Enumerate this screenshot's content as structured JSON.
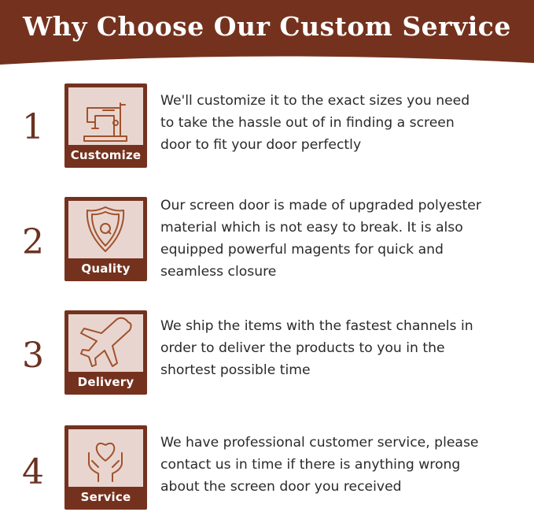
{
  "header": {
    "title": "Why Choose Our Custom Service"
  },
  "features": [
    {
      "number": "1",
      "label": "Customize",
      "icon": "sewing-machine-icon",
      "lines": [
        "We'll customize it to the exact sizes you need",
        "to take the hassle out of in finding a screen",
        "door to fit your door perfectly"
      ]
    },
    {
      "number": "2",
      "label": "Quality",
      "icon": "shield-q-icon",
      "lines": [
        "Our screen door is made of upgraded polyester",
        "material which is not easy to break. It is also",
        "equipped powerful magents for quick and",
        "seamless closure"
      ]
    },
    {
      "number": "3",
      "label": "Delivery",
      "icon": "airplane-icon",
      "lines": [
        "We ship the items with the fastest channels in",
        "order to deliver the products to you in the",
        "shortest possible time"
      ]
    },
    {
      "number": "4",
      "label": "Service",
      "icon": "heart-hands-icon",
      "lines": [
        "We have professional customer service, please",
        "contact us in time if there is anything wrong",
        "about the screen door you received"
      ]
    }
  ],
  "colors": {
    "brand_brown": "#74321e",
    "badge_fill": "#e9d5cf",
    "icon_stroke": "#a0522d"
  }
}
